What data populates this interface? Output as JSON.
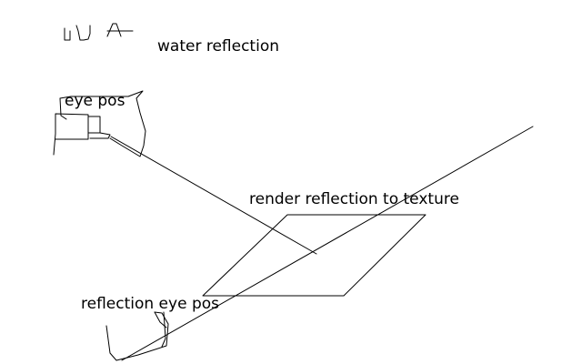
{
  "labels": {
    "title": "water reflection",
    "eye": "eye pos",
    "render": "render reflection to texture",
    "reflection_eye": "reflection eye pos"
  },
  "colors": {
    "background": "#ffffff",
    "ink": "#000000"
  }
}
